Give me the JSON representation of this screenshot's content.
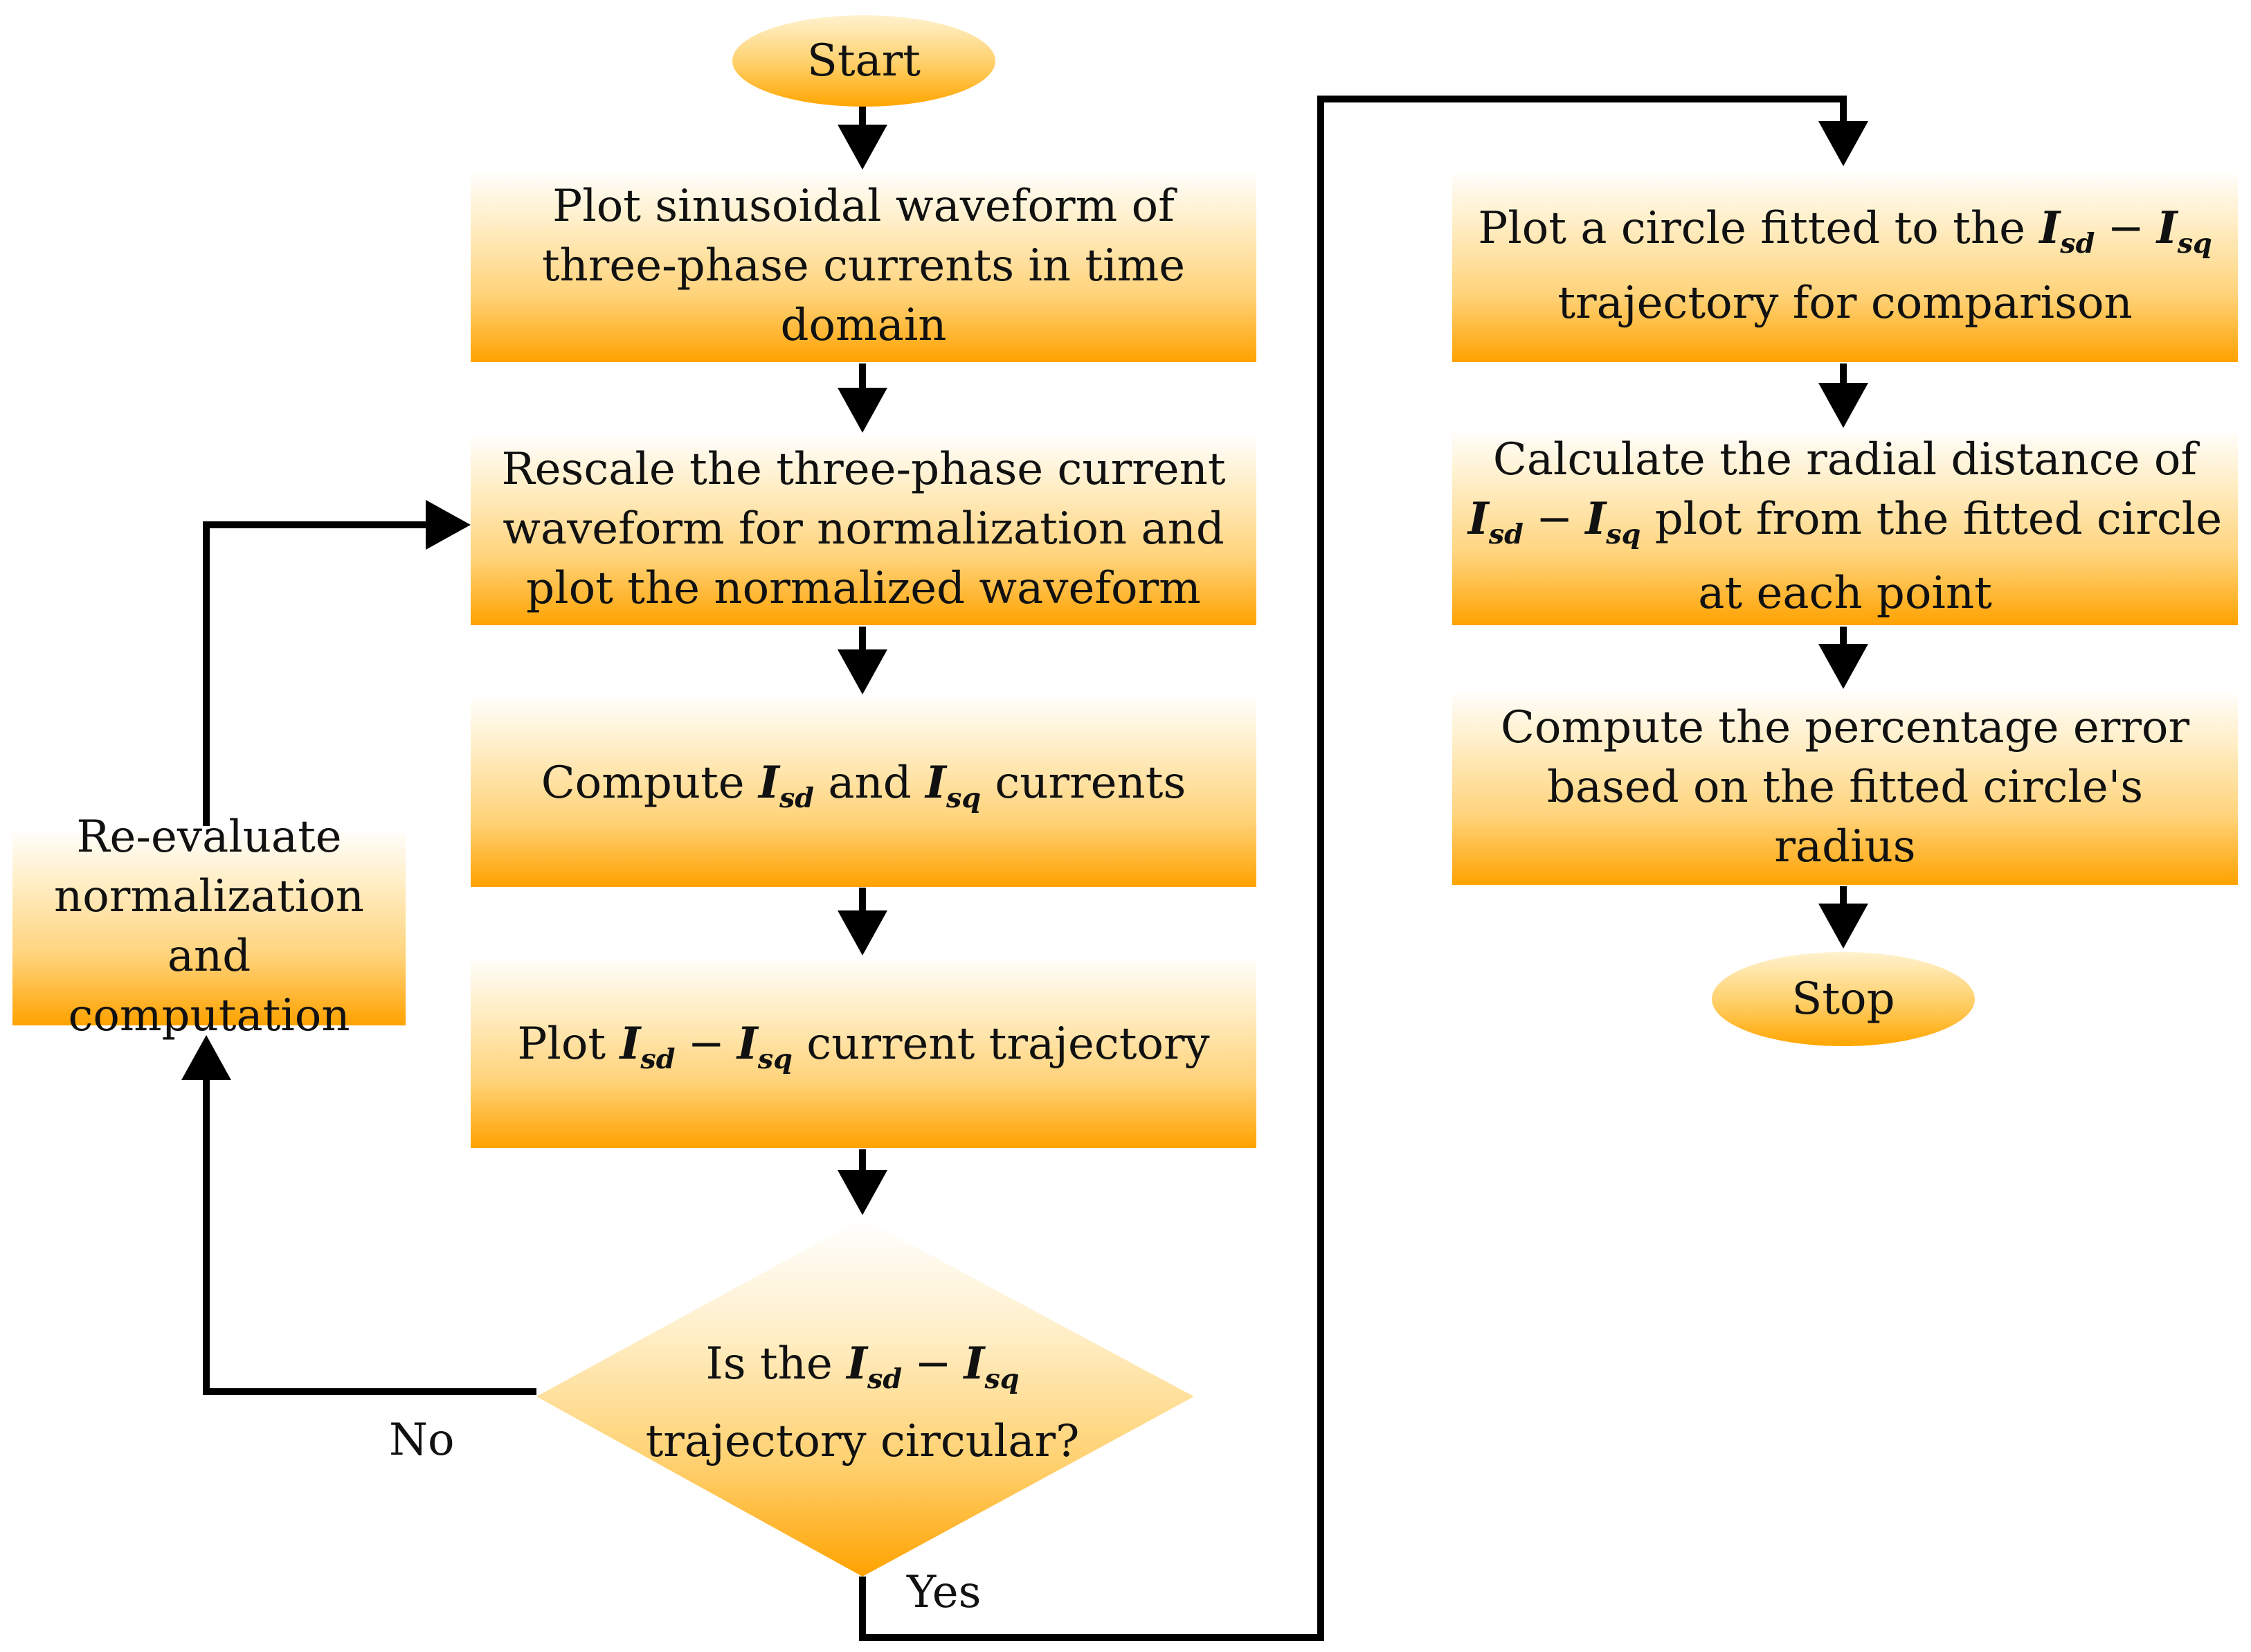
{
  "start": "Start",
  "stop": "Stop",
  "steps": {
    "plot_waveform": "Plot sinusoidal waveform of three-phase currents in time domain",
    "rescale_1": "Rescale the three-phase current",
    "rescale_2": "waveform for normalization and",
    "rescale_3": "plot the normalized waveform",
    "compute_pre": "Compute",
    "compute_mid": "and",
    "compute_post": "currents",
    "plot_traj_pre": "Plot",
    "plot_traj_post": "current trajectory",
    "reeval": "Re-evaluate normalization and computation",
    "fit_pre": "Plot a circle fitted to the",
    "fit_post": "trajectory for comparison",
    "radial_1": "Calculate the radial distance of",
    "radial_2": "plot from the fitted circle",
    "radial_3": "at each point",
    "error": "Compute the percentage error based on the fitted circle's radius"
  },
  "decision": {
    "line1_pre": "Is the",
    "line2": "trajectory circular?"
  },
  "math": {
    "I": "I",
    "sd": "sd",
    "sq": "sq",
    "minus": "−"
  },
  "edges": {
    "no": "No",
    "yes": "Yes"
  },
  "colors": {
    "fill_light": "#fff0cc",
    "fill_dark": "#ffa200",
    "line": "#000000"
  }
}
